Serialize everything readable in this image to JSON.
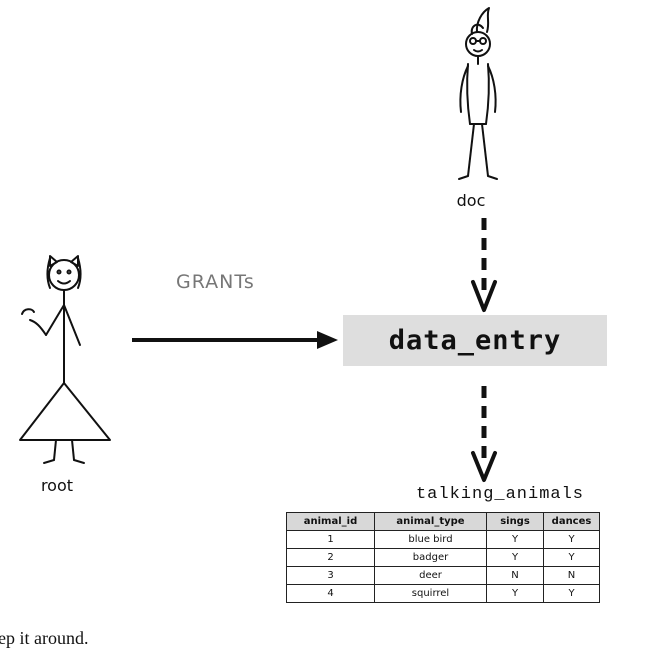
{
  "figure": {
    "users": {
      "doc": "doc",
      "root": "root"
    },
    "grant_label": "GRANTs",
    "role_name": "data_entry",
    "table": {
      "title": "talking_animals",
      "columns": [
        "animal_id",
        "animal_type",
        "sings",
        "dances"
      ],
      "rows": [
        [
          "1",
          "blue bird",
          "Y",
          "Y"
        ],
        [
          "2",
          "badger",
          "Y",
          "Y"
        ],
        [
          "3",
          "deer",
          "N",
          "N"
        ],
        [
          "4",
          "squirrel",
          "Y",
          "Y"
        ]
      ]
    },
    "caption_fragment": "ep it around."
  }
}
